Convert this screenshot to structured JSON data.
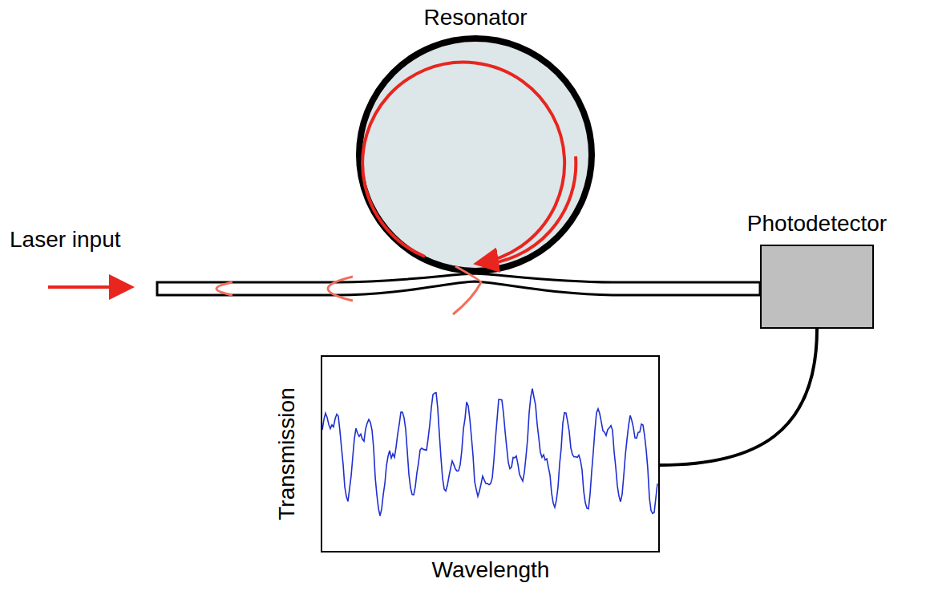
{
  "diagram": {
    "nodes": [
      {
        "text": [
          "Resonator"
        ]
      },
      {
        "text": [
          "Photodetector"
        ]
      },
      {
        "text": [
          "Transmission",
          "Wavelength"
        ]
      }
    ],
    "edges": [
      {
        "from": 1,
        "to": 2,
        "arrow": "none"
      }
    ],
    "labels": [
      "Laser input"
    ]
  }
}
